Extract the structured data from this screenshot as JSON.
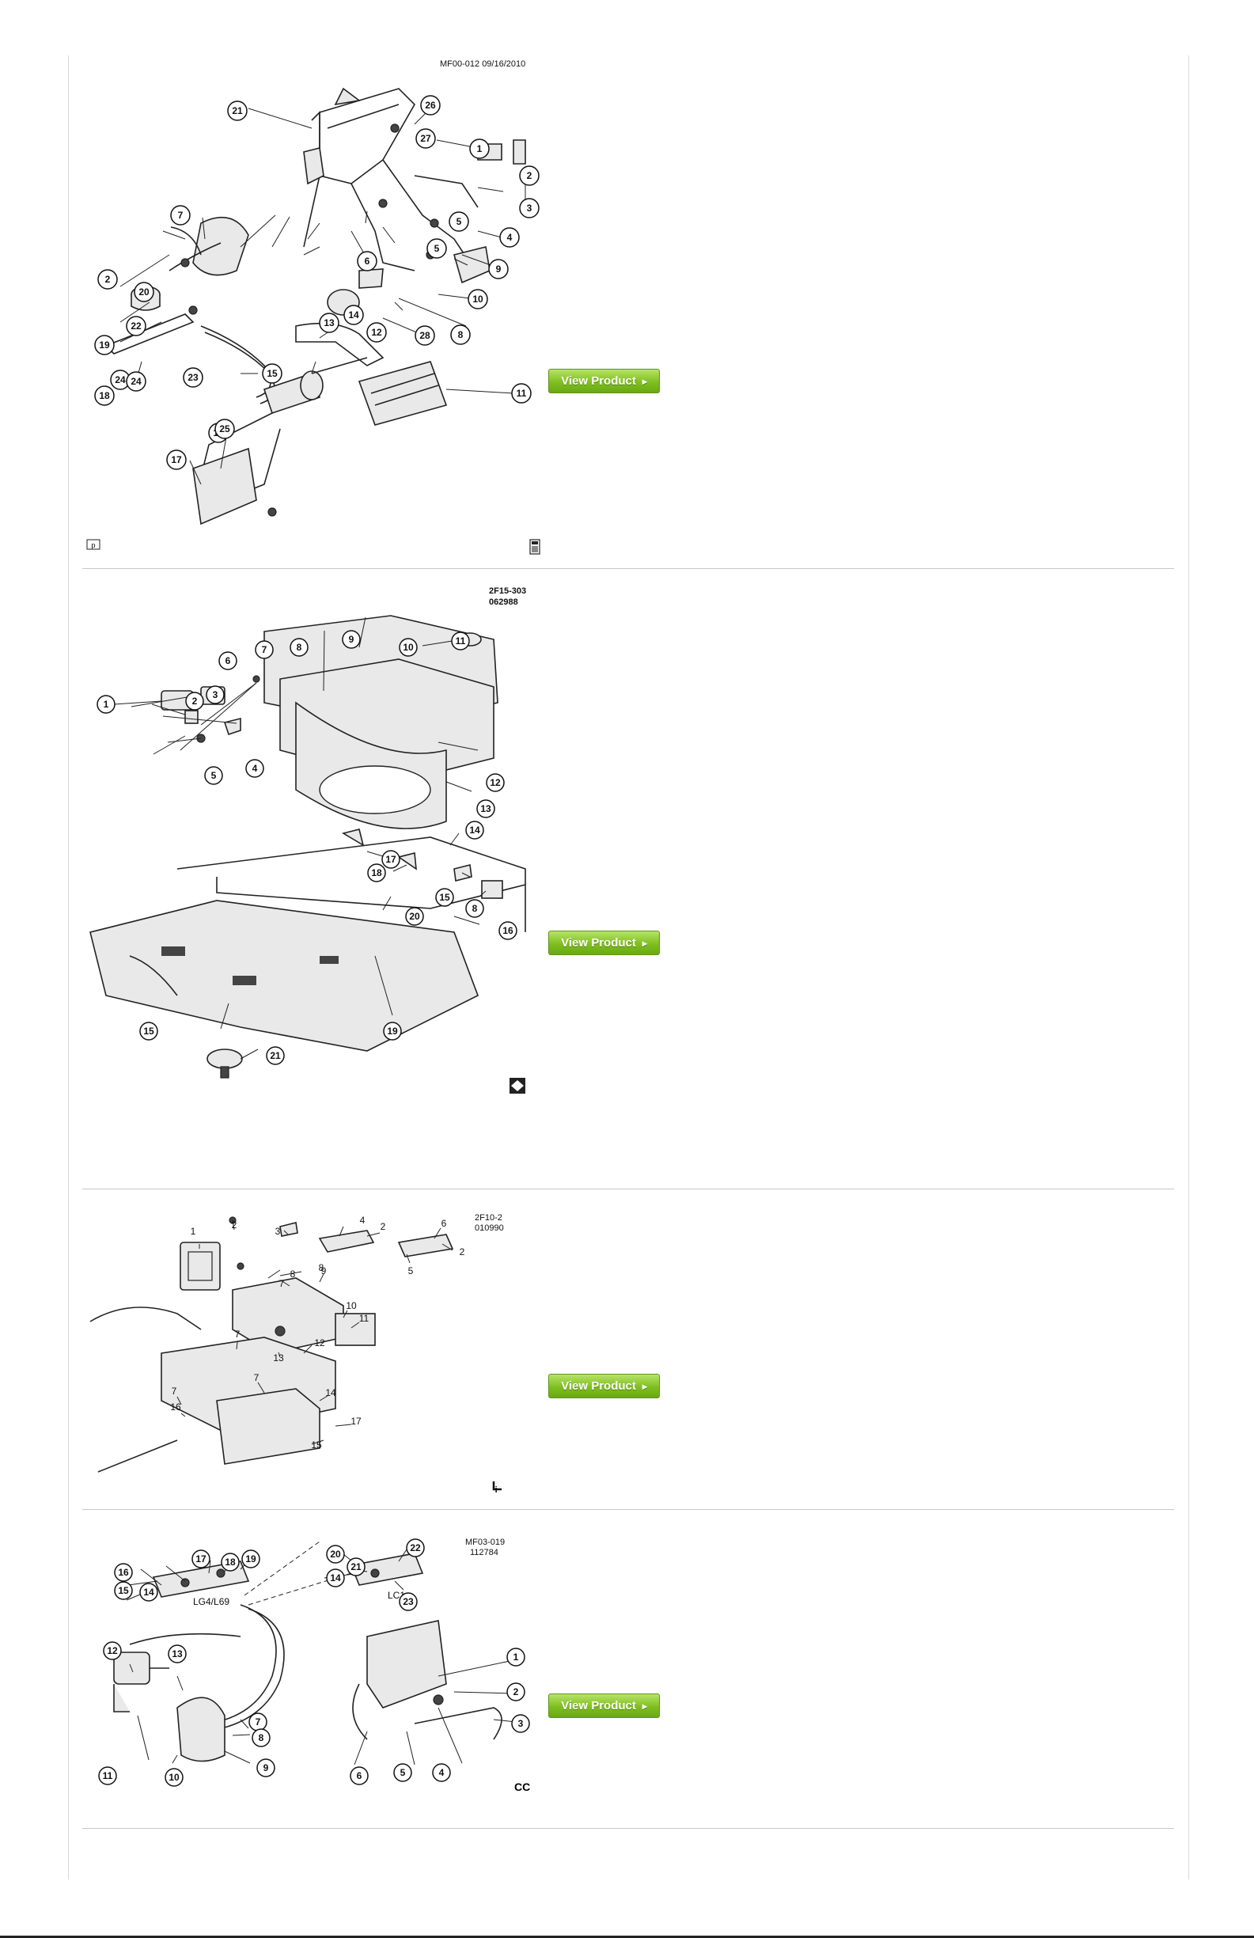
{
  "rows": [
    {
      "code_lines": [
        "MF00-012  09/16/2010"
      ],
      "callouts": [
        "1",
        "2",
        "2",
        "3",
        "4",
        "5",
        "5",
        "6",
        "7",
        "8",
        "9",
        "10",
        "11",
        "12",
        "13",
        "14",
        "15",
        "16",
        "17",
        "18",
        "19",
        "20",
        "21",
        "22",
        "23",
        "24",
        "24",
        "25",
        "26",
        "27",
        "28"
      ],
      "button_label": "View Product"
    },
    {
      "code_lines": [
        "2F15-303",
        "062988"
      ],
      "callouts": [
        "1",
        "2",
        "3",
        "4",
        "5",
        "6",
        "7",
        "8",
        "8",
        "9",
        "10",
        "11",
        "12",
        "13",
        "14",
        "15",
        "15",
        "16",
        "17",
        "18",
        "19",
        "20",
        "21"
      ],
      "button_label": "View Product"
    },
    {
      "code_lines": [
        "2F10-2",
        "010990"
      ],
      "callouts": [
        "1",
        "2",
        "2",
        "2",
        "3",
        "4",
        "5",
        "6",
        "7",
        "7",
        "7",
        "8",
        "8",
        "9",
        "10",
        "11",
        "12",
        "13",
        "14",
        "15",
        "16",
        "17"
      ],
      "button_label": "View Product"
    },
    {
      "code_lines": [
        "MF03-019",
        "112784"
      ],
      "inline_labels": [
        "LG4/L69",
        "LC1"
      ],
      "callouts": [
        "1",
        "2",
        "3",
        "4",
        "5",
        "6",
        "7",
        "8",
        "9",
        "10",
        "11",
        "12",
        "13",
        "14",
        "14",
        "15",
        "16",
        "17",
        "18",
        "19",
        "20",
        "21",
        "22",
        "23"
      ],
      "button_label": "View Product"
    }
  ],
  "icons": [
    "page-icon",
    "calculator-icon",
    "diamond-logo-icon",
    "su-logo-icon",
    "cc-logo-icon"
  ]
}
